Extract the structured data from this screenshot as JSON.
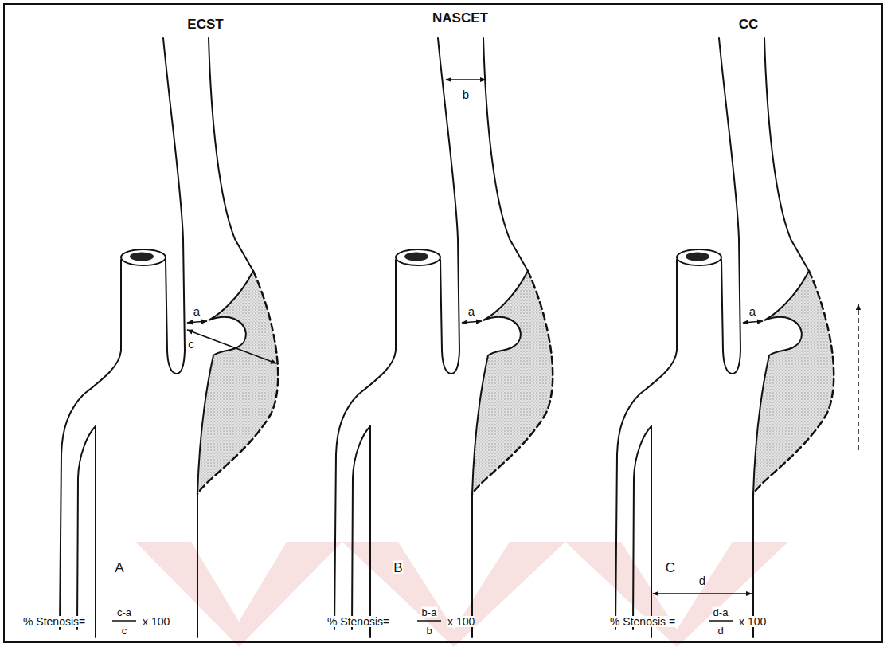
{
  "diagram": {
    "labels": [
      "ECST",
      "NASCET",
      "CC",
      "a",
      "c",
      "b",
      "a",
      "a",
      "d",
      "A",
      "B",
      "C",
      "% Stenosis=",
      "c-a",
      "c",
      "x 100",
      "% Stenosis=",
      "b-a",
      "b",
      "x 100",
      "% Stenosis =",
      "d-a",
      "d",
      "x 100"
    ]
  }
}
